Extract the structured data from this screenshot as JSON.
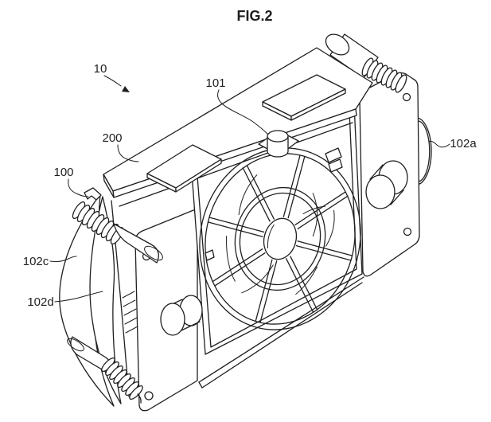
{
  "figure": {
    "title": "FIG.2",
    "reference_labels": [
      {
        "ref": "10",
        "target": "entire-device"
      },
      {
        "ref": "101",
        "target": "top-knob"
      },
      {
        "ref": "200",
        "target": "top-cover"
      },
      {
        "ref": "100",
        "target": "frame-left-corner"
      },
      {
        "ref": "102a",
        "target": "right-roller"
      },
      {
        "ref": "102c",
        "target": "left-outer-roller"
      },
      {
        "ref": "102d",
        "target": "left-inner-roller"
      }
    ],
    "colors": {
      "ink": "#1f1f1f",
      "background": "#ffffff"
    }
  }
}
